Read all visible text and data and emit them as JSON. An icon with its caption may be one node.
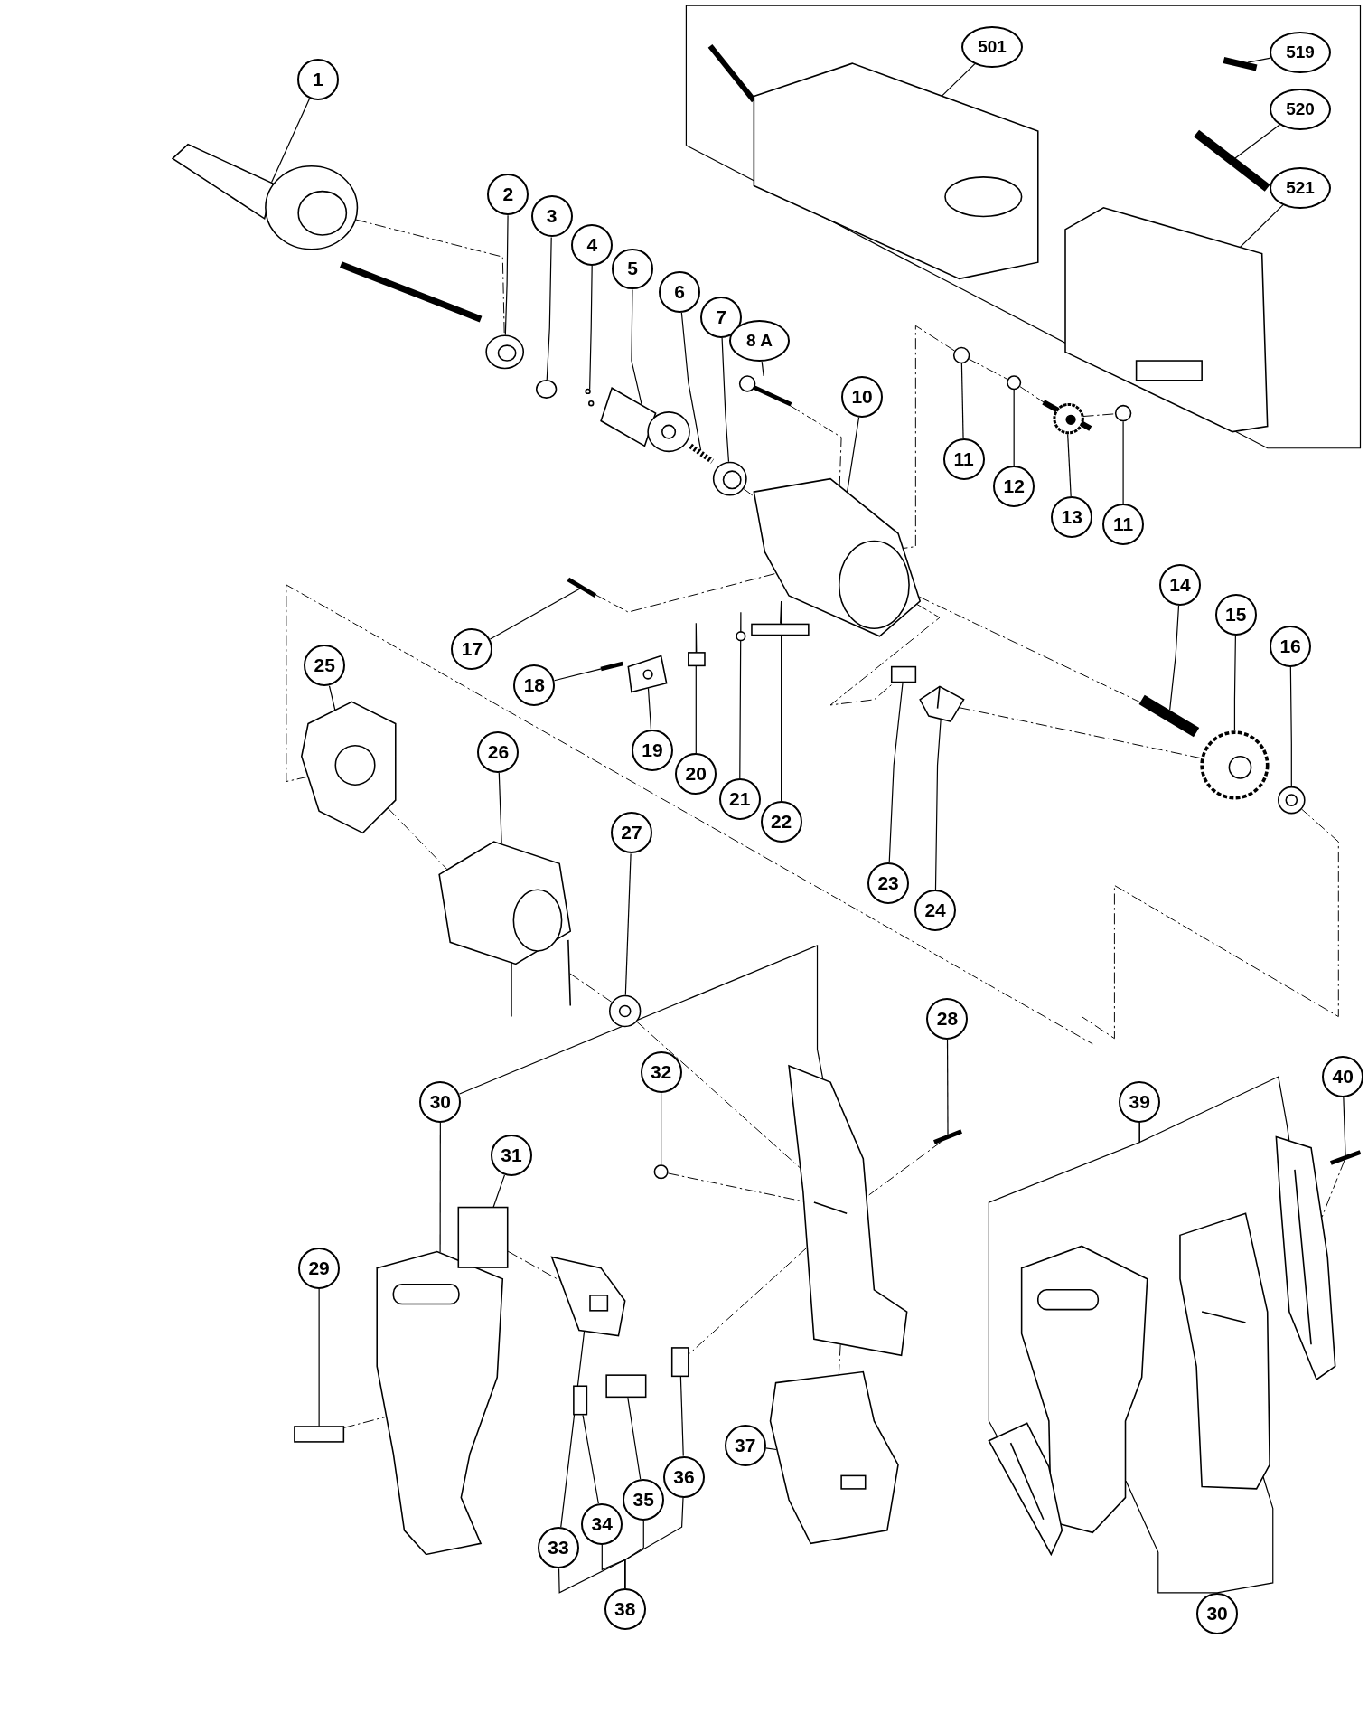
{
  "diagram": {
    "nodes": [
      {
        "text": [
          "1"
        ]
      },
      {
        "text": [
          "2"
        ]
      },
      {
        "text": [
          "3"
        ]
      },
      {
        "text": [
          "4"
        ]
      },
      {
        "text": [
          "5"
        ]
      },
      {
        "text": [
          "6"
        ]
      },
      {
        "text": [
          "7"
        ]
      },
      {
        "text": [
          "8 A"
        ]
      },
      {
        "text": [
          "10"
        ]
      },
      {
        "text": [
          "11"
        ]
      },
      {
        "text": [
          "12"
        ]
      },
      {
        "text": [
          "13"
        ]
      },
      {
        "text": [
          "11"
        ]
      },
      {
        "text": [
          "14"
        ]
      },
      {
        "text": [
          "15"
        ]
      },
      {
        "text": [
          "16"
        ]
      },
      {
        "text": [
          "17"
        ]
      },
      {
        "text": [
          "18"
        ]
      },
      {
        "text": [
          "19"
        ]
      },
      {
        "text": [
          "20"
        ]
      },
      {
        "text": [
          "21"
        ]
      },
      {
        "text": [
          "22"
        ]
      },
      {
        "text": [
          "23"
        ]
      },
      {
        "text": [
          "24"
        ]
      },
      {
        "text": [
          "25"
        ]
      },
      {
        "text": [
          "26"
        ]
      },
      {
        "text": [
          "27"
        ]
      },
      {
        "text": [
          "28"
        ]
      },
      {
        "text": [
          "29"
        ]
      },
      {
        "text": [
          "30"
        ]
      },
      {
        "text": [
          "31"
        ]
      },
      {
        "text": [
          "32"
        ]
      },
      {
        "text": [
          "33"
        ]
      },
      {
        "text": [
          "34"
        ]
      },
      {
        "text": [
          "35"
        ]
      },
      {
        "text": [
          "36"
        ]
      },
      {
        "text": [
          "37"
        ]
      },
      {
        "text": [
          "38"
        ]
      },
      {
        "text": [
          "39"
        ]
      },
      {
        "text": [
          "40"
        ]
      },
      {
        "text": [
          "30"
        ]
      },
      {
        "text": [
          "501"
        ]
      },
      {
        "text": [
          "519"
        ]
      },
      {
        "text": [
          "520"
        ]
      },
      {
        "text": [
          "521"
        ]
      },
      {
        "text": [],
        "shape": "picture"
      },
      {
        "text": [],
        "shape": "picture"
      },
      {
        "text": [],
        "shape": "picture"
      },
      {
        "text": [],
        "shape": "circle"
      },
      {
        "text": [],
        "shape": "picture"
      },
      {
        "text": [],
        "shape": "picture"
      },
      {
        "text": [],
        "shape": "picture"
      },
      {
        "text": [],
        "shape": "picture"
      },
      {
        "text": [],
        "shape": "picture"
      },
      {
        "text": [],
        "shape": "picture"
      },
      {
        "text": [],
        "shape": "circle"
      },
      {
        "text": [],
        "shape": "circle"
      },
      {
        "text": [],
        "shape": "picture"
      },
      {
        "text": [],
        "shape": "circle"
      },
      {
        "text": [],
        "shape": "picture"
      },
      {
        "text": [],
        "shape": "picture"
      },
      {
        "text": [],
        "shape": "picture"
      },
      {
        "text": [],
        "shape": "picture"
      },
      {
        "text": [],
        "shape": "picture"
      },
      {
        "text": [],
        "shape": "picture"
      },
      {
        "text": [],
        "shape": "box"
      },
      {
        "text": [],
        "shape": "circle"
      },
      {
        "text": [],
        "shape": "box"
      },
      {
        "text": [],
        "shape": "box"
      },
      {
        "text": [],
        "shape": "picture"
      },
      {
        "text": [],
        "shape": "picture"
      },
      {
        "text": [],
        "shape": "picture"
      },
      {
        "text": [],
        "shape": "picture"
      },
      {
        "text": [],
        "shape": "picture"
      },
      {
        "text": [],
        "shape": "box"
      },
      {
        "text": [],
        "shape": "picture"
      },
      {
        "text": [],
        "shape": "box"
      },
      {
        "text": [],
        "shape": "circle"
      },
      {
        "text": [],
        "shape": "picture"
      },
      {
        "text": [],
        "shape": "box"
      },
      {
        "text": [],
        "shape": "box"
      },
      {
        "text": [],
        "shape": "box"
      },
      {
        "text": [],
        "shape": "picture"
      },
      {
        "text": [],
        "shape": "picture"
      },
      {
        "text": [],
        "shape": "picture"
      },
      {
        "text": [],
        "shape": "picture"
      },
      {
        "text": [],
        "shape": "picture"
      },
      {
        "text": [],
        "shape": "picture"
      },
      {
        "text": [],
        "shape": "picture"
      },
      {
        "text": [],
        "shape": "picture"
      },
      {
        "text": [],
        "shape": "picture"
      },
      {
        "text": [],
        "shape": "picture"
      },
      {
        "text": [],
        "shape": "picture"
      }
    ],
    "edges": [
      {
        "from": 0,
        "to": 45,
        "arrow": "none"
      },
      {
        "from": 1,
        "to": 47,
        "arrow": "none"
      },
      {
        "from": 2,
        "to": 48,
        "arrow": "none"
      },
      {
        "from": 3,
        "to": 49,
        "arrow": "none"
      },
      {
        "from": 4,
        "to": 50,
        "arrow": "none"
      },
      {
        "from": 5,
        "to": 51,
        "arrow": "none"
      },
      {
        "from": 6,
        "to": 52,
        "arrow": "none"
      },
      {
        "from": 7,
        "to": 53,
        "arrow": "none"
      },
      {
        "from": 8,
        "to": 54,
        "arrow": "none"
      },
      {
        "from": 9,
        "to": 55,
        "arrow": "none"
      },
      {
        "from": 10,
        "to": 56,
        "arrow": "none"
      },
      {
        "from": 11,
        "to": 57,
        "arrow": "none"
      },
      {
        "from": 12,
        "to": 58,
        "arrow": "none"
      },
      {
        "from": 13,
        "to": 59,
        "arrow": "none"
      },
      {
        "from": 14,
        "to": 60,
        "arrow": "none"
      },
      {
        "from": 15,
        "to": 61,
        "arrow": "none"
      },
      {
        "from": 16,
        "to": 62,
        "arrow": "none"
      },
      {
        "from": 17,
        "to": 63,
        "arrow": "none"
      },
      {
        "from": 18,
        "to": 64,
        "arrow": "none"
      },
      {
        "from": 19,
        "to": 65,
        "arrow": "none"
      },
      {
        "from": 20,
        "to": 66,
        "arrow": "none"
      },
      {
        "from": 21,
        "to": 67,
        "arrow": "none"
      },
      {
        "from": 22,
        "to": 68,
        "arrow": "none"
      },
      {
        "from": 23,
        "to": 69,
        "arrow": "none"
      },
      {
        "from": 24,
        "to": 70,
        "arrow": "none"
      },
      {
        "from": 25,
        "to": 71,
        "arrow": "none"
      },
      {
        "from": 26,
        "to": 72,
        "arrow": "none"
      },
      {
        "from": 27,
        "to": 73,
        "arrow": "none"
      },
      {
        "from": 28,
        "to": 74,
        "arrow": "none"
      },
      {
        "from": 29,
        "to": 75,
        "arrow": "none"
      },
      {
        "from": 29,
        "to": 82,
        "arrow": "none"
      },
      {
        "from": 30,
        "to": 76,
        "arrow": "none"
      },
      {
        "from": 31,
        "to": 77,
        "arrow": "none"
      },
      {
        "from": 32,
        "to": 78,
        "arrow": "none"
      },
      {
        "from": 33,
        "to": 79,
        "arrow": "none"
      },
      {
        "from": 34,
        "to": 80,
        "arrow": "none"
      },
      {
        "from": 35,
        "to": 81,
        "arrow": "none"
      },
      {
        "from": 36,
        "to": 83,
        "arrow": "none"
      },
      {
        "from": 37,
        "to": 32,
        "arrow": "none"
      },
      {
        "from": 37,
        "to": 33,
        "arrow": "none"
      },
      {
        "from": 37,
        "to": 34,
        "arrow": "none"
      },
      {
        "from": 37,
        "to": 35,
        "arrow": "none"
      },
      {
        "from": 38,
        "to": 85,
        "arrow": "none"
      },
      {
        "from": 38,
        "to": 87,
        "arrow": "none"
      },
      {
        "from": 39,
        "to": 88,
        "arrow": "none"
      },
      {
        "from": 40,
        "to": 84,
        "arrow": "none"
      },
      {
        "from": 40,
        "to": 86,
        "arrow": "none"
      },
      {
        "from": 41,
        "to": 89,
        "arrow": "none"
      },
      {
        "from": 42,
        "to": 90,
        "arrow": "none"
      },
      {
        "from": 43,
        "to": 91,
        "arrow": "none"
      },
      {
        "from": 44,
        "to": 92,
        "arrow": "none"
      },
      {
        "from": 45,
        "to": 47,
        "arrow": "none",
        "style": "dashed"
      },
      {
        "from": 52,
        "to": 54,
        "arrow": "none",
        "style": "dashed"
      },
      {
        "from": 53,
        "to": 54,
        "arrow": "none",
        "style": "dashed"
      },
      {
        "from": 62,
        "to": 54,
        "arrow": "none",
        "style": "dashed"
      },
      {
        "from": 54,
        "to": 68,
        "arrow": "none",
        "style": "dashed"
      },
      {
        "from": 55,
        "to": 54,
        "arrow": "none",
        "style": "dashed"
      },
      {
        "from": 55,
        "to": 56,
        "arrow": "none",
        "style": "dashed"
      },
      {
        "from": 56,
        "to": 57,
        "arrow": "none",
        "style": "dashed"
      },
      {
        "from": 57,
        "to": 58,
        "arrow": "none",
        "style": "dashed"
      },
      {
        "from": 54,
        "to": 59,
        "arrow": "none",
        "style": "dashed"
      },
      {
        "from": 69,
        "to": 60,
        "arrow": "none",
        "style": "dashed"
      },
      {
        "from": 61,
        "to": null,
        "arrow": "none",
        "style": "dashed"
      },
      {
        "from": 70,
        "to": null,
        "arrow": "none",
        "style": "dashed"
      },
      {
        "from": 70,
        "to": 71,
        "arrow": "none",
        "style": "dashed"
      },
      {
        "from": 71,
        "to": 72,
        "arrow": "none",
        "style": "dashed"
      },
      {
        "from": 72,
        "to": 82,
        "arrow": "none",
        "style": "dashed"
      },
      {
        "from": 77,
        "to": 82,
        "arrow": "none",
        "style": "dashed"
      },
      {
        "from": 82,
        "to": 81,
        "arrow": "none",
        "style": "dashed"
      },
      {
        "from": 74,
        "to": 75,
        "arrow": "none",
        "style": "dashed"
      },
      {
        "from": 76,
        "to": 78,
        "arrow": "none",
        "style": "dashed"
      },
      {
        "from": 82,
        "to": 83,
        "arrow": "none",
        "style": "dashed"
      },
      {
        "from": 73,
        "to": 82,
        "arrow": "none",
        "style": "dashed"
      },
      {
        "from": 88,
        "to": 87,
        "arrow": "none",
        "style": "dashed"
      }
    ]
  }
}
